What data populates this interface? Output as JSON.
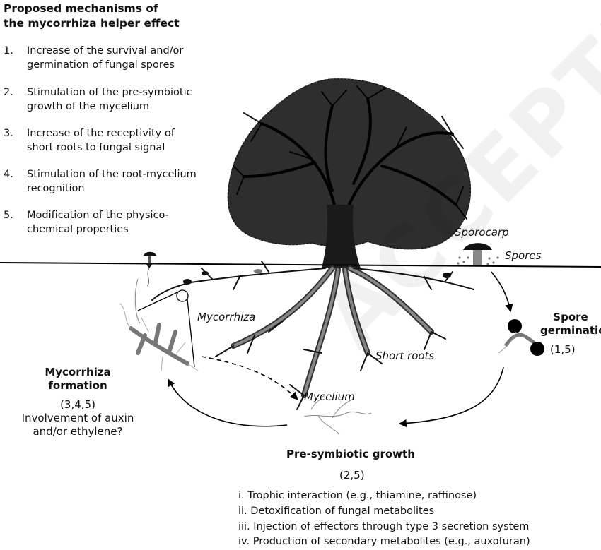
{
  "header": {
    "title_line1": "Proposed mechanisms of",
    "title_line2": "the mycorrhiza helper effect"
  },
  "mechanisms": [
    {
      "num": "1.",
      "line1": "Increase of the survival and/or",
      "line2": "germination of fungal spores"
    },
    {
      "num": "2.",
      "line1": "Stimulation of the pre-symbiotic",
      "line2": "growth of the mycelium"
    },
    {
      "num": "3.",
      "line1": "Increase of the receptivity of",
      "line2": "short roots to fungal signal"
    },
    {
      "num": "4.",
      "line1": "Stimulation of the root-mycelium",
      "line2": "recognition"
    },
    {
      "num": "5.",
      "line1": "Modification of the physico-",
      "line2": "chemical properties"
    }
  ],
  "labels": {
    "sporocarp": "Sporocarp",
    "spores": "Spores",
    "mycorrhiza": "Mycorrhiza",
    "short_roots": "Short roots",
    "mycelium": "Mycelium"
  },
  "stages": {
    "spore_germination": {
      "line1": "Spore",
      "line2": "germination",
      "refs": "(1,5)"
    },
    "mycorrhiza_formation": {
      "line1": "Mycorrhiza",
      "line2": "formation",
      "refs": "(3,4,5)",
      "note1": "Involvement of auxin",
      "note2": "and/or ethylene?"
    },
    "presymbiotic_growth": {
      "title": "Pre-symbiotic growth",
      "refs": "(2,5)"
    }
  },
  "presymbiotic_items": [
    "i. Trophic interaction (e.g., thiamine, raffinose)",
    "ii. Detoxification of fungal metabolites",
    "iii. Injection of effectors through type 3 secretion system",
    "iv. Production of secondary metabolites (e.g., auxofuran)"
  ],
  "watermark": "ACCEPTED PROOF"
}
